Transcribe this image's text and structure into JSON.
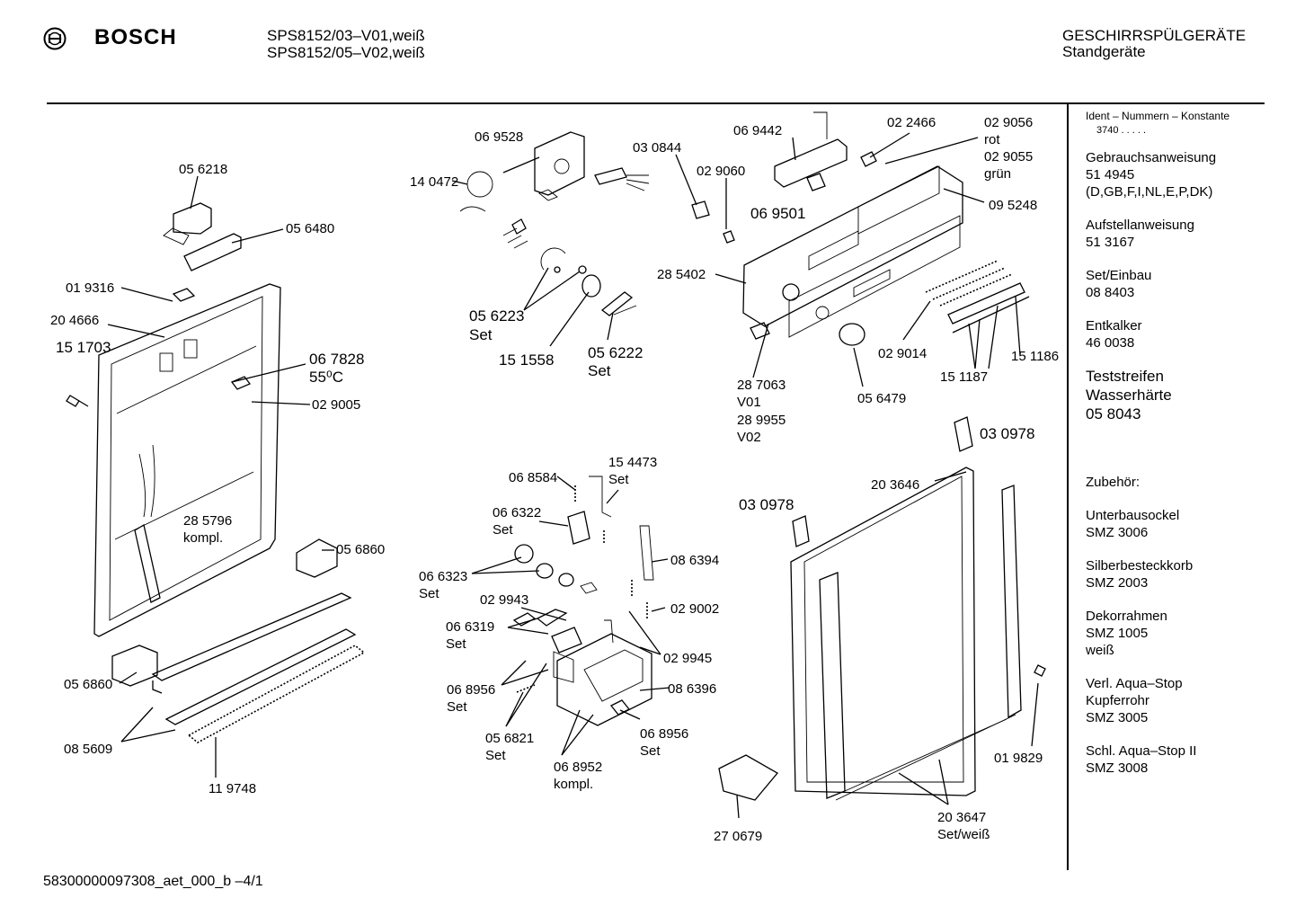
{
  "header": {
    "brand": "BOSCH",
    "model_line_1": "SPS8152/03–V01,weiß",
    "model_line_2": "SPS8152/05–V02,weiß",
    "category": "GESCHIRRSPÜLGERÄTE",
    "subcategory": "Standgeräte"
  },
  "footer": {
    "doc_id": "58300000097308_aet_000_b –4/1"
  },
  "parts": {
    "p056218": "05 6218",
    "p056480": "05 6480",
    "p019316": "01 9316",
    "p204666": "20 4666",
    "p151703": "15 1703",
    "p067828": "06 7828",
    "p067828_temp": "55⁰C",
    "p029005": "02 9005",
    "p285796_a": "28 5796",
    "p285796_b": "kompl.",
    "p056860_a": "05 6860",
    "p056860_b": "05 6860",
    "p085609": "08 5609",
    "p119748": "11 9748",
    "p069528": "06 9528",
    "p140472": "14 0472",
    "p030844": "03 0844",
    "p029060": "02 9060",
    "p056223_a": "05 6223",
    "p056223_b": "Set",
    "p151558": "15 1558",
    "p056222_a": "05 6222",
    "p056222_b": "Set",
    "p069442": "06 9442",
    "p022466": "02 2466",
    "p029056_a": "02 9056",
    "p029056_b": "rot",
    "p029055_a": "02 9055",
    "p029055_b": "grün",
    "p069501": "06 9501",
    "p095248": "09 5248",
    "p285402": "28 5402",
    "p287063_a": "28 7063",
    "p287063_b": "V01",
    "p289955_a": "28 9955",
    "p289955_b": "V02",
    "p029014": "02 9014",
    "p056479": "05 6479",
    "p151187": "15 1187",
    "p151186": "15 1186",
    "p030978_a": "03 0978",
    "p030978_b": "03 0978",
    "p203646": "20 3646",
    "p068584": "06 8584",
    "p154473_a": "15 4473",
    "p154473_b": "Set",
    "p066322_a": "06 6322",
    "p066322_b": "Set",
    "p066323_a": "06 6323",
    "p066323_b": "Set",
    "p086394": "08 6394",
    "p029943": "02 9943",
    "p029002": "02 9002",
    "p066319_a": "06 6319",
    "p066319_b": "Set",
    "p029945": "02 9945",
    "p068956_a1": "06 8956",
    "p068956_b1": "Set",
    "p086396": "08 6396",
    "p056821_a": "05 6821",
    "p056821_b": "Set",
    "p068952_a": "06 8952",
    "p068952_b": "kompl.",
    "p068956_a2": "06 8956",
    "p068956_b2": "Set",
    "p019829": "01 9829",
    "p270679": "27 0679",
    "p203647_a": "20 3647",
    "p203647_b": "Set/weiß"
  },
  "sidebar": {
    "ident_line": "Ident – Nummern – Konstante",
    "ident_value": "3740  .  .  .  .  .",
    "gebrauch_title": "Gebrauchsanweisung",
    "gebrauch_num": "51 4945",
    "gebrauch_langs": "(D,GB,F,I,NL,E,P,DK)",
    "aufstell_title": "Aufstellanweisung",
    "aufstell_num": "51 3167",
    "set_title": "Set/Einbau",
    "set_num": "08 8403",
    "entkalker_title": "Entkalker",
    "entkalker_num": "46 0038",
    "test_1": "Teststreifen",
    "test_2": "Wasserhärte",
    "test_3": "05 8043",
    "zubehoer": "Zubehör:",
    "acc1_name": "Unterbausockel",
    "acc1_code": "SMZ 3006",
    "acc2_name": "Silberbesteckkorb",
    "acc2_code": "SMZ 2003",
    "acc3_name": "Dekorrahmen",
    "acc3_code": "SMZ 1005",
    "acc3_note": "weiß",
    "acc4_name": "Verl. Aqua–Stop",
    "acc4_note": "Kupferrohr",
    "acc4_code": "SMZ 3005",
    "acc5_name": "Schl. Aqua–Stop II",
    "acc5_code": "SMZ 3008"
  }
}
